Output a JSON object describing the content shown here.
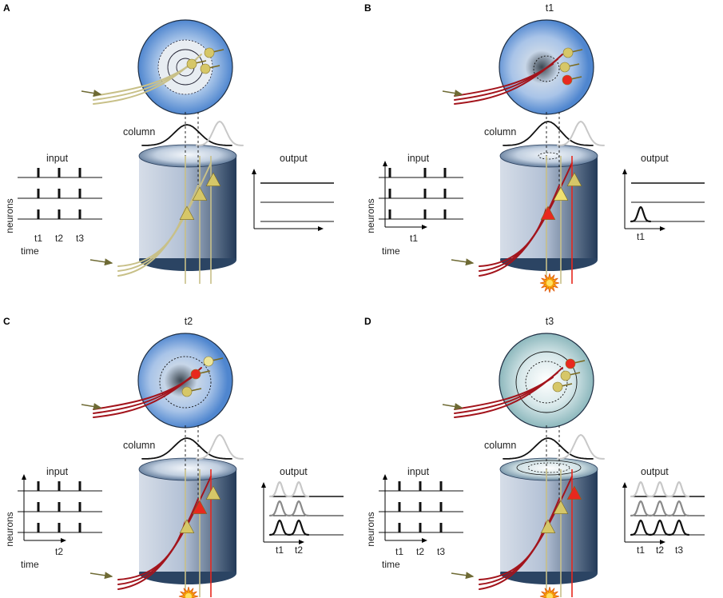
{
  "panels": [
    {
      "id": "A",
      "letter": "A",
      "title": "",
      "column_label": "column",
      "input_label": "input",
      "output_label": "output",
      "neurons_label": "neurons",
      "time_label": "time",
      "input_ticks": [
        "t1",
        "t2",
        "t3"
      ],
      "output_ticks": [],
      "state": "rest"
    },
    {
      "id": "B",
      "letter": "B",
      "title": "t1",
      "column_label": "column",
      "input_label": "input",
      "output_label": "output",
      "neurons_label": "neurons",
      "time_label": "time",
      "input_ticks": [
        "t1"
      ],
      "output_ticks": [
        "t1"
      ],
      "state": "t1"
    },
    {
      "id": "C",
      "letter": "C",
      "title": "t2",
      "column_label": "column",
      "input_label": "input",
      "output_label": "output",
      "neurons_label": "neurons",
      "time_label": "time",
      "input_ticks": [
        "t2"
      ],
      "output_ticks": [
        "t1",
        "t2"
      ],
      "state": "t2"
    },
    {
      "id": "D",
      "letter": "D",
      "title": "t3",
      "column_label": "column",
      "input_label": "input",
      "output_label": "output",
      "neurons_label": "neurons",
      "time_label": "time",
      "input_ticks": [
        "t1",
        "t2",
        "t3"
      ],
      "output_ticks": [
        "t1",
        "t2",
        "t3"
      ],
      "state": "t3"
    }
  ],
  "colors": {
    "blue_disc": "#6f9fd8",
    "pale_disc": "#a9cdd0",
    "cylinder_light": "#dfe6ef",
    "cylinder_dark": "#2d4664",
    "olive_fiber": "#c8c088",
    "red_fiber": "#a3141c",
    "active_neuron": "#e8281e",
    "inactive_neuron": "#d6c768",
    "arrow": "#6e6a34",
    "burst": "#f5a00a"
  }
}
